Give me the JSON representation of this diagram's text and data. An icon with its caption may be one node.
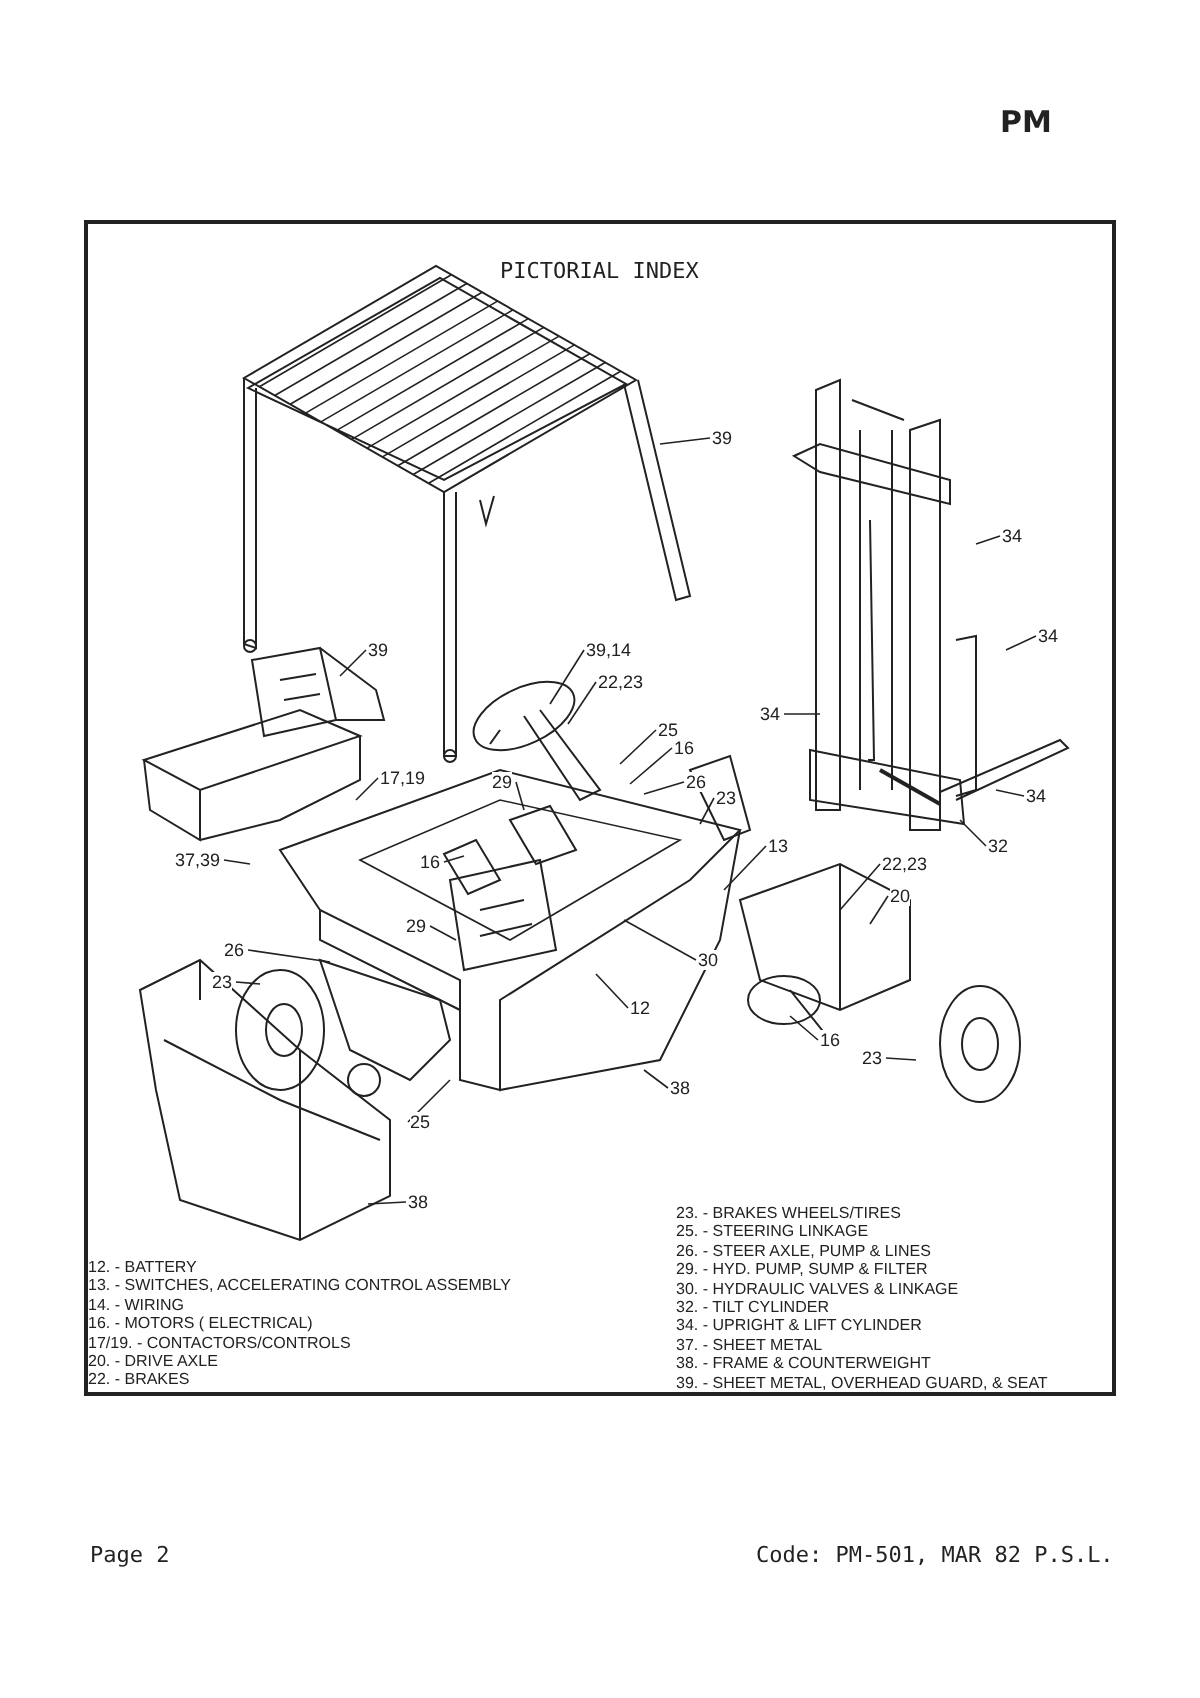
{
  "diagram": {
    "title": "PICTORIAL INDEX",
    "nodes": [
      {
        "text": [
          "39"
        ]
      },
      {
        "text": [
          "39"
        ]
      },
      {
        "text": [
          "39,14"
        ]
      },
      {
        "text": [
          "22,23"
        ]
      },
      {
        "text": [
          "25"
        ]
      },
      {
        "text": [
          "16"
        ]
      },
      {
        "text": [
          "26"
        ]
      },
      {
        "text": [
          "23"
        ]
      },
      {
        "text": [
          "17,19"
        ]
      },
      {
        "text": [
          "29"
        ]
      },
      {
        "text": [
          "34"
        ]
      },
      {
        "text": [
          "34"
        ]
      },
      {
        "text": [
          "34"
        ]
      },
      {
        "text": [
          "34"
        ]
      },
      {
        "text": [
          "32"
        ]
      },
      {
        "text": [
          "16"
        ]
      },
      {
        "text": [
          "37,39"
        ]
      },
      {
        "text": [
          "13"
        ]
      },
      {
        "text": [
          "22,23"
        ]
      },
      {
        "text": [
          "20"
        ]
      },
      {
        "text": [
          "29"
        ]
      },
      {
        "text": [
          "26"
        ]
      },
      {
        "text": [
          "23"
        ]
      },
      {
        "text": [
          "30"
        ]
      },
      {
        "text": [
          "12"
        ]
      },
      {
        "text": [
          "16"
        ]
      },
      {
        "text": [
          "23"
        ]
      },
      {
        "text": [
          "25"
        ]
      },
      {
        "text": [
          "38"
        ]
      },
      {
        "text": [
          "38"
        ]
      }
    ],
    "edges": [
      {
        "from": 0,
        "to": null,
        "arrow": "none"
      },
      {
        "from": 1,
        "to": null,
        "arrow": "none"
      },
      {
        "from": 2,
        "to": null,
        "arrow": "none"
      },
      {
        "from": 3,
        "to": null,
        "arrow": "none"
      },
      {
        "from": 4,
        "to": null,
        "arrow": "none"
      },
      {
        "from": 5,
        "to": null,
        "arrow": "none"
      },
      {
        "from": 6,
        "to": null,
        "arrow": "none"
      },
      {
        "from": 7,
        "to": null,
        "arrow": "none"
      },
      {
        "from": 8,
        "to": null,
        "arrow": "none"
      },
      {
        "from": 9,
        "to": null,
        "arrow": "none"
      },
      {
        "from": 10,
        "to": null,
        "arrow": "none"
      },
      {
        "from": 11,
        "to": null,
        "arrow": "none"
      },
      {
        "from": 12,
        "to": null,
        "arrow": "none"
      },
      {
        "from": 13,
        "to": null,
        "arrow": "none"
      },
      {
        "from": 14,
        "to": null,
        "arrow": "none"
      },
      {
        "from": 15,
        "to": null,
        "arrow": "none"
      },
      {
        "from": 16,
        "to": null,
        "arrow": "none"
      },
      {
        "from": 17,
        "to": null,
        "arrow": "none"
      },
      {
        "from": 18,
        "to": null,
        "arrow": "none"
      },
      {
        "from": 19,
        "to": null,
        "arrow": "none"
      },
      {
        "from": 20,
        "to": null,
        "arrow": "none"
      },
      {
        "from": 21,
        "to": null,
        "arrow": "none"
      },
      {
        "from": 22,
        "to": null,
        "arrow": "none"
      },
      {
        "from": 23,
        "to": null,
        "arrow": "none"
      },
      {
        "from": 24,
        "to": null,
        "arrow": "none"
      },
      {
        "from": 25,
        "to": null,
        "arrow": "none"
      },
      {
        "from": 26,
        "to": null,
        "arrow": "none"
      },
      {
        "from": 27,
        "to": null,
        "arrow": "none"
      },
      {
        "from": 28,
        "to": null,
        "arrow": "none"
      },
      {
        "from": 29,
        "to": null,
        "arrow": "none"
      }
    ],
    "labels": [
      "PM",
      "23. - BRAKES  WHEELS/TIRES",
      "25. - STEERING LINKAGE",
      "26. - STEER AXLE, PUMP & LINES",
      "29. - HYD. PUMP, SUMP & FILTER",
      "30. - HYDRAULIC VALVES & LINKAGE",
      "32. - TILT CYLINDER",
      "34. - UPRIGHT & LIFT CYLINDER",
      "37. - SHEET METAL",
      "38. - FRAME & COUNTERWEIGHT",
      "39. - SHEET METAL, OVERHEAD GUARD, & SEAT",
      "12. - BATTERY",
      "13. - SWITCHES, ACCELERATING CONTROL ASSEMBLY",
      "14. - WIRING",
      "16. - MOTORS ( ELECTRICAL)",
      "17/19. - CONTACTORS/CONTROLS",
      "20. - DRIVE AXLE",
      "22. - BRAKES",
      "Page 2",
      "Code: PM-501, MAR 82 P.S.L."
    ]
  }
}
